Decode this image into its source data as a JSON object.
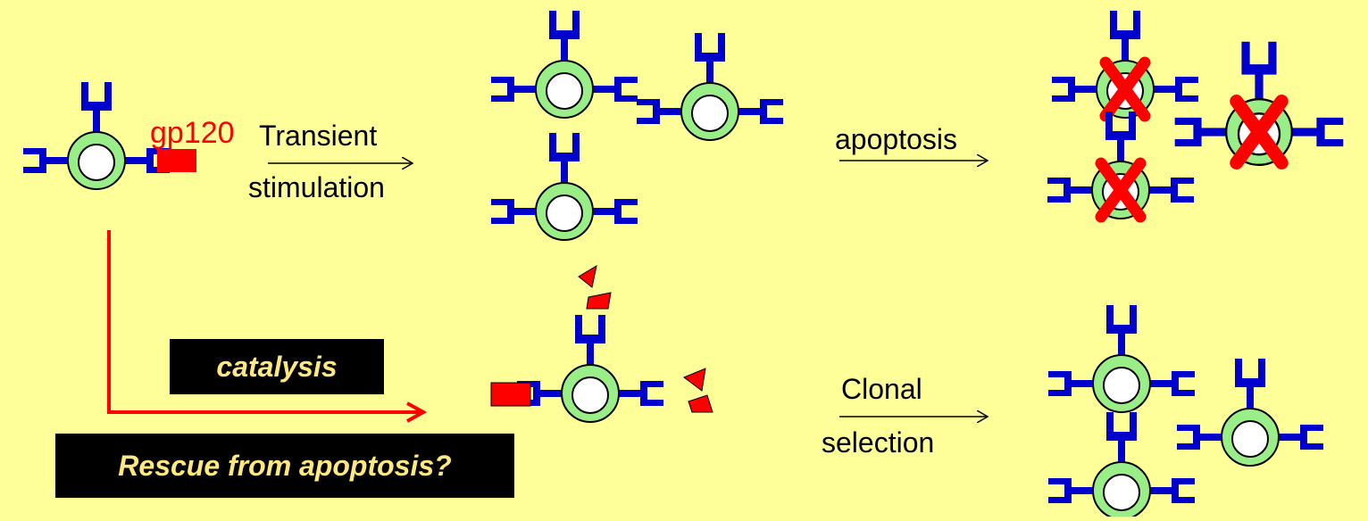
{
  "labels": {
    "gp120": "gp120",
    "transient": "Transient",
    "stimulation": "stimulation",
    "apoptosis": "apoptosis",
    "clonal": "Clonal",
    "selection": "selection"
  },
  "boxes": {
    "catalysis": "catalysis",
    "rescue": "Rescue from apoptosis?"
  },
  "colors": {
    "background": "#FFFF99",
    "receptor": "#0000CC",
    "cell_body": "#99EE88",
    "nucleus": "#FFFFFF",
    "antigen": "#FF0000",
    "box": "#000000",
    "box_text": "#FFE97F"
  }
}
